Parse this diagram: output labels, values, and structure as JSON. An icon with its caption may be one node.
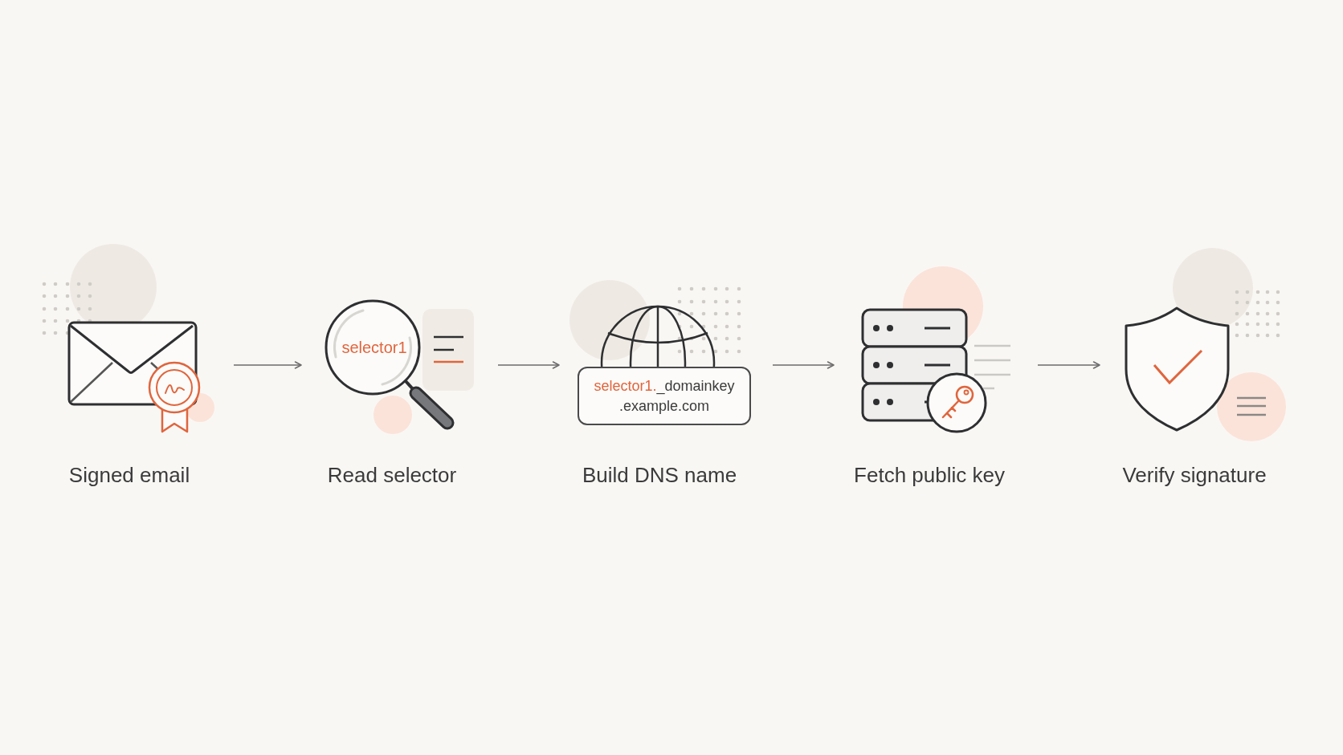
{
  "diagram": {
    "nodes": [
      {
        "text": [
          "Signed email"
        ]
      },
      {
        "text": [
          "selector1",
          "Read selector"
        ]
      },
      {
        "text": [
          "**selector1.**_domainkey .example.com",
          "Build DNS name"
        ]
      },
      {
        "text": [
          "Fetch public key"
        ]
      },
      {
        "text": [
          "Verify signature"
        ]
      }
    ],
    "edges": [
      {
        "from": 0,
        "to": 1,
        "arrow": "to"
      },
      {
        "from": 1,
        "to": 2,
        "arrow": "to"
      },
      {
        "from": 2,
        "to": 3,
        "arrow": "to"
      },
      {
        "from": 3,
        "to": 4,
        "arrow": "to"
      }
    ]
  }
}
